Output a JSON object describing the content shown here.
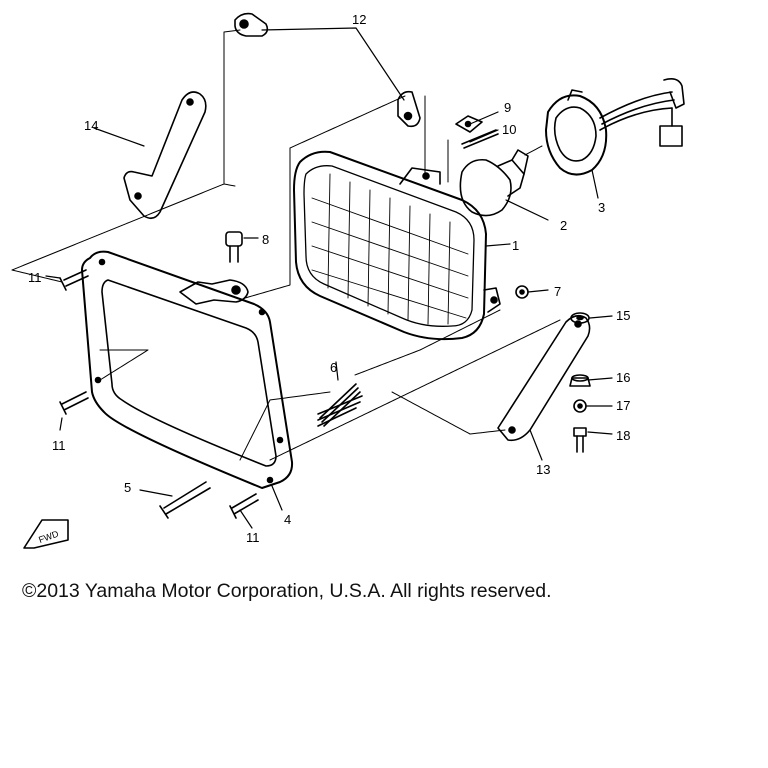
{
  "diagram": {
    "callouts": [
      {
        "id": "c1",
        "label": "1"
      },
      {
        "id": "c2",
        "label": "2"
      },
      {
        "id": "c3",
        "label": "3"
      },
      {
        "id": "c4",
        "label": "4"
      },
      {
        "id": "c5",
        "label": "5"
      },
      {
        "id": "c6",
        "label": "6"
      },
      {
        "id": "c7",
        "label": "7"
      },
      {
        "id": "c8",
        "label": "8"
      },
      {
        "id": "c9",
        "label": "9"
      },
      {
        "id": "c10",
        "label": "10"
      },
      {
        "id": "c11a",
        "label": "11"
      },
      {
        "id": "c11b",
        "label": "11"
      },
      {
        "id": "c11c",
        "label": "11"
      },
      {
        "id": "c12",
        "label": "12"
      },
      {
        "id": "c13",
        "label": "13"
      },
      {
        "id": "c14",
        "label": "14"
      },
      {
        "id": "c15",
        "label": "15"
      },
      {
        "id": "c16",
        "label": "16"
      },
      {
        "id": "c17",
        "label": "17"
      },
      {
        "id": "c18",
        "label": "18"
      }
    ],
    "fwd_label": "FWD"
  },
  "footer": {
    "copyright": "©2013 Yamaha Motor Corporation, U.S.A. All rights reserved."
  }
}
